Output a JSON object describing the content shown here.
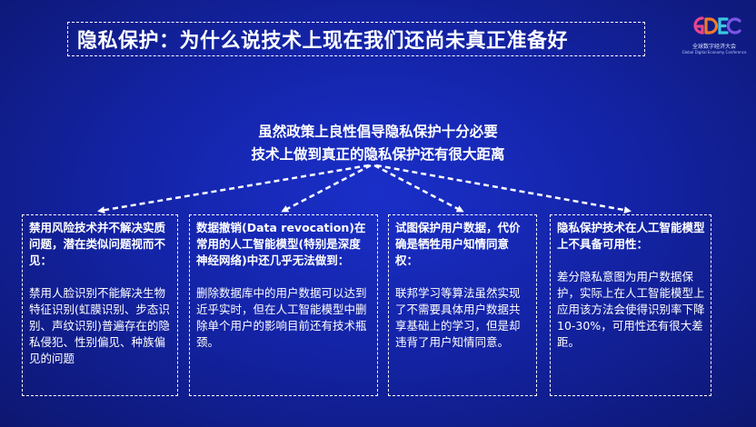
{
  "title": "隐私保护：为什么说技术上现在我们还尚未真正准备好",
  "logo": {
    "name": "GDEC",
    "cn": "全球数字经济大会",
    "en": "Global Digital Economy Conference"
  },
  "center": {
    "line1": "虽然政策上良性倡导隐私保护十分必要",
    "line2": "技术上做到真正的隐私保护还有很大距离"
  },
  "boxes": [
    {
      "head": "禁用风险技术并不解决实质问题，潜在类似问题视而不见：",
      "body": "禁用人脸识别不能解决生物特征识别(虹膜识别、步态识别、声纹识别)普遍存在的隐私侵犯、性别偏见、种族偏见的问题"
    },
    {
      "head": "数据撤销(Data revocation)在常用的人工智能模型(特别是深度神经网络)中还几乎无法做到：",
      "body": "删除数据库中的用户数据可以达到近乎实时，但在人工智能模型中删除单个用户的影响目前还有技术瓶颈。"
    },
    {
      "head": "试图保护用户数据，代价确是牺牲用户知情同意权：",
      "body": "联邦学习等算法虽然实现了不需要具体用户数据共享基础上的学习，但是却违背了用户知情同意。"
    },
    {
      "head": "隐私保护技术在人工智能模型上不具备可用性：",
      "body": "差分隐私意图为用户数据保护，实际上在人工智能模型上应用该方法会使得识别率下降10-30%，可用性还有很大差距。"
    }
  ],
  "colors": {
    "background": "#1424a8",
    "text": "#ffffff",
    "logo_g": "#e8458b",
    "logo_d": "#f07a2a",
    "logo_e": "#3fc6e0",
    "logo_c": "#7b55e6"
  }
}
